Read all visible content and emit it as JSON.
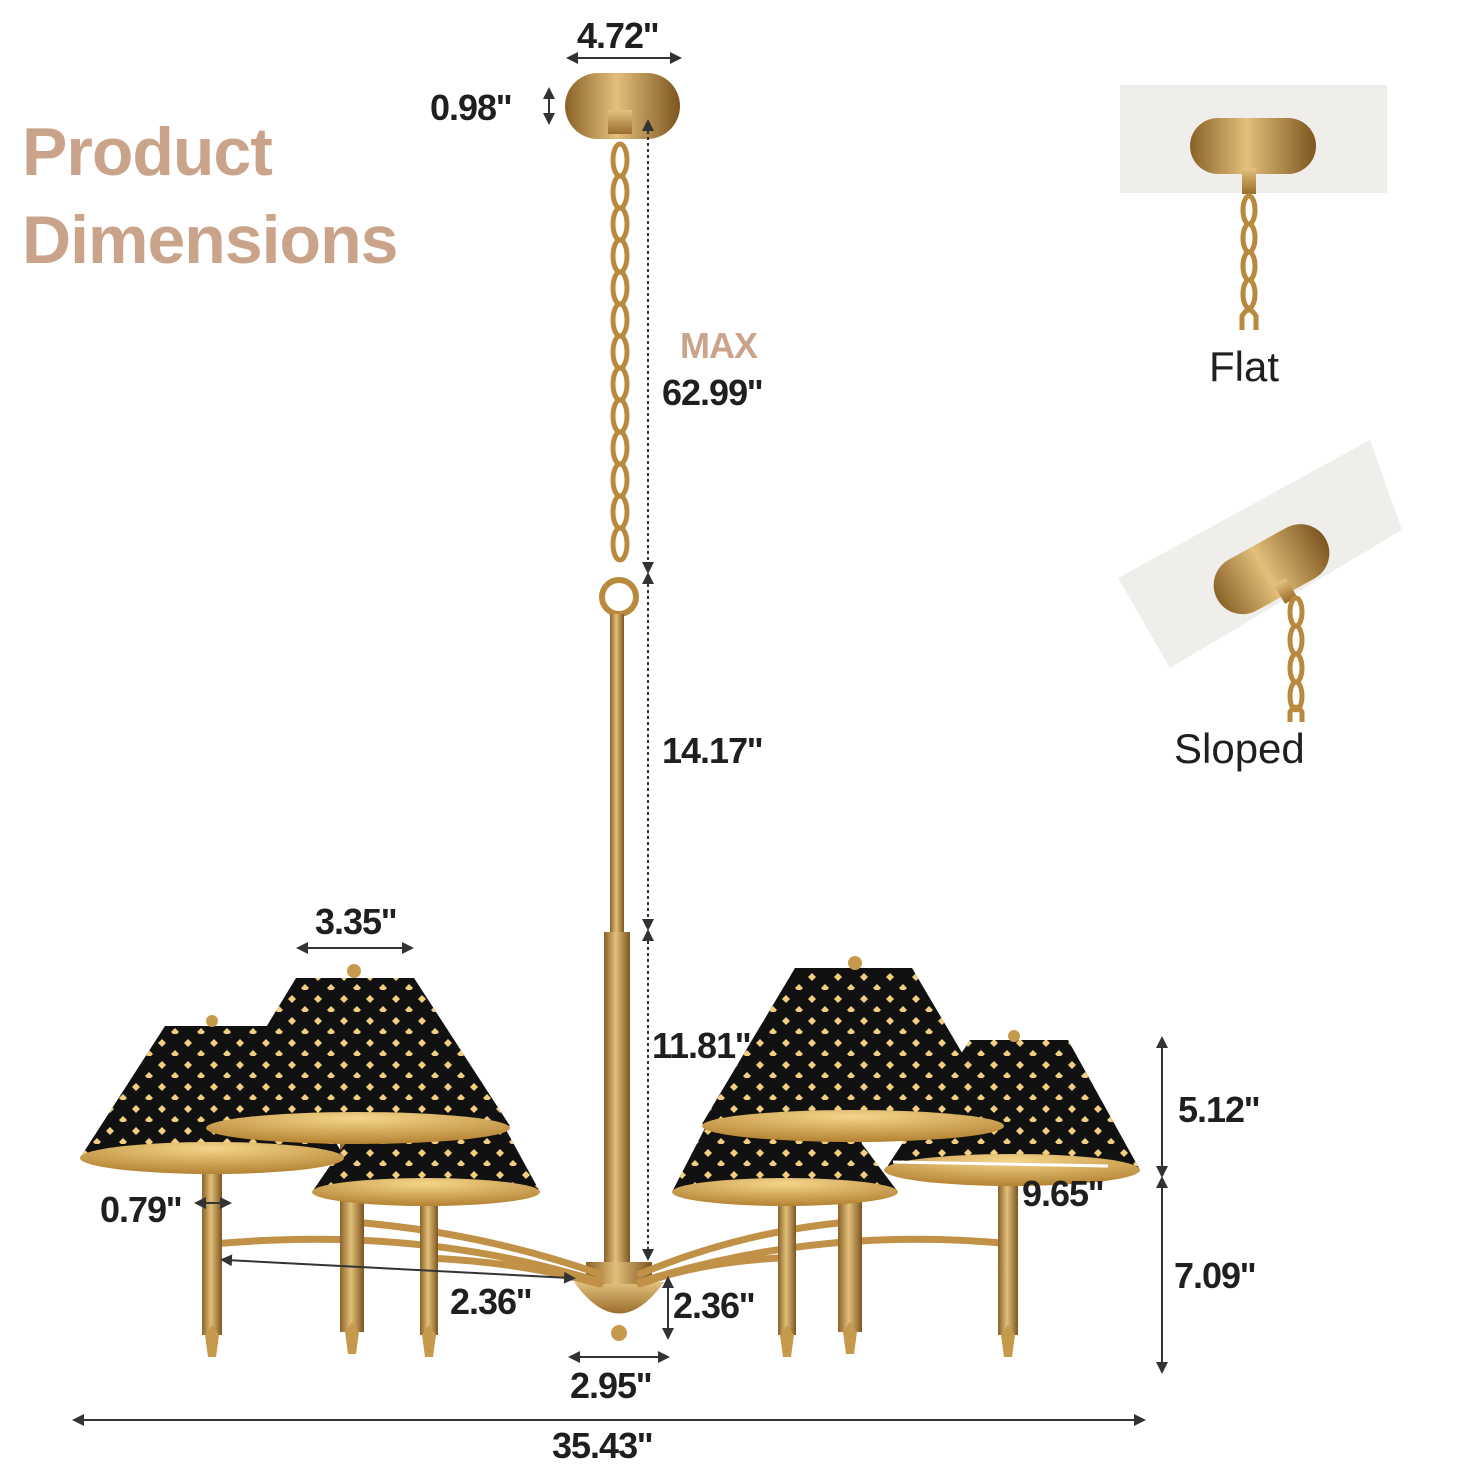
{
  "title": {
    "line1": "Product",
    "line2": "Dimensions"
  },
  "colors": {
    "accent": "#c9a48a",
    "brass": "#c69a4c",
    "shade": "#111111",
    "text": "#1f1f1f"
  },
  "dimensions": {
    "canopy_width": "4.72''",
    "canopy_height": "0.98''",
    "max_label": "MAX",
    "max_length": "62.99''",
    "rod_upper": "14.17''",
    "rod_lower": "11.81''",
    "shade_top": "3.35''",
    "shade_height": "5.12''",
    "shade_bottom": "9.65''",
    "body_height": "7.09''",
    "socket_width": "0.79''",
    "arm_left": "2.36''",
    "hub_height": "2.36''",
    "hub_width": "2.95''",
    "total_width": "35.43''"
  },
  "mounts": {
    "flat": "Flat",
    "sloped": "Sloped"
  }
}
